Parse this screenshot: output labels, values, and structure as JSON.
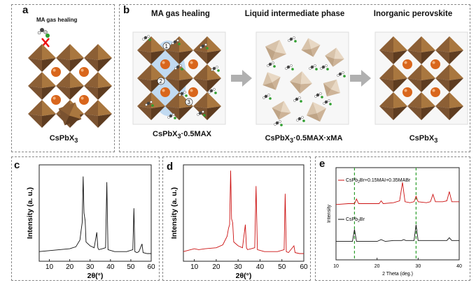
{
  "panel_a": {
    "label": "a",
    "title": "MA gas healing",
    "caption": "CsPbX",
    "caption_sub": "3"
  },
  "panel_b": {
    "label": "b",
    "stage1_title": "MA gas healing",
    "stage2_title": "Liquid intermediate phase",
    "stage3_title": "Inorganic perovskite",
    "stage1_caption": "CsPbX",
    "stage1_caption_sub": "3",
    "stage1_caption_rest": "·0.5MAX",
    "stage2_caption": "CsPbX",
    "stage2_caption_sub": "3",
    "stage2_caption_rest": "·0.5MAX·xMA",
    "stage3_caption": "CsPbX",
    "stage3_caption_sub": "3",
    "steps": [
      "1",
      "2",
      "3"
    ]
  },
  "colors": {
    "octahedron_dark": "#7a5230",
    "octahedron_mid": "#a9773f",
    "octahedron_light": "#c9a67c",
    "cs_atom": "#d9661c",
    "glow": "#a9cdee",
    "arrow": "#b0b0b0",
    "red_line": "#cc1111",
    "green": "#2e9e2e",
    "black_line": "#111111",
    "pale_oct": "#cdb397"
  },
  "panel_c": {
    "label": "c"
  },
  "panel_d": {
    "label": "d"
  },
  "panel_e": {
    "label": "e"
  },
  "chart_data": [
    {
      "type": "line",
      "xlabel": "2θ(°)",
      "ylabel": "Intensity (a. u.)",
      "xlim": [
        5,
        60
      ],
      "xticks": [
        10,
        20,
        30,
        40,
        50,
        60
      ],
      "series": [
        {
          "color": "#111111",
          "x": [
            5,
            10,
            15,
            20,
            23,
            25,
            25.6,
            26.1,
            26.6,
            27,
            27.6,
            28,
            30,
            32,
            33.3,
            33.8,
            34.3,
            36,
            37.6,
            38.2,
            38.8,
            42,
            45,
            48,
            51,
            51.5,
            52,
            53,
            54,
            55.5,
            56,
            58,
            60
          ],
          "y": [
            0.1,
            0.11,
            0.12,
            0.13,
            0.15,
            0.22,
            0.32,
            0.4,
            0.88,
            0.5,
            0.42,
            0.2,
            0.16,
            0.14,
            0.3,
            0.14,
            0.12,
            0.13,
            0.14,
            0.82,
            0.12,
            0.1,
            0.1,
            0.1,
            0.12,
            0.55,
            0.1,
            0.09,
            0.1,
            0.18,
            0.09,
            0.08,
            0.08
          ]
        }
      ]
    },
    {
      "type": "line",
      "xlabel": "2θ(°)",
      "ylabel": "Intensity (a. u.)",
      "xlim": [
        5,
        60
      ],
      "xticks": [
        10,
        20,
        30,
        40,
        50,
        60
      ],
      "series": [
        {
          "color": "#cc1111",
          "x": [
            5,
            10,
            12,
            15,
            20,
            23,
            25,
            25.6,
            26.1,
            26.6,
            27,
            27.5,
            28,
            30,
            32,
            33.3,
            33.8,
            34.3,
            36,
            37.6,
            38.2,
            38.8,
            42,
            45,
            48,
            51,
            51.5,
            52,
            53,
            55.5,
            56,
            58,
            60
          ],
          "y": [
            0.1,
            0.13,
            0.12,
            0.13,
            0.14,
            0.17,
            0.26,
            0.34,
            0.38,
            0.94,
            0.44,
            0.4,
            0.2,
            0.16,
            0.14,
            0.38,
            0.14,
            0.12,
            0.13,
            0.14,
            0.78,
            0.12,
            0.1,
            0.1,
            0.1,
            0.12,
            0.7,
            0.1,
            0.09,
            0.16,
            0.09,
            0.08,
            0.08
          ]
        }
      ]
    },
    {
      "type": "line",
      "xlabel": "2 Theta (deg.)",
      "ylabel": "Intensity",
      "xlim": [
        10,
        40
      ],
      "xticks": [
        10,
        20,
        30,
        40
      ],
      "series": [
        {
          "name": "CsPb",
          "name_sub": "2",
          "name_rest": "Br+0.15MAI+0.35MABr",
          "color": "#cc1111",
          "x": [
            10,
            13,
            14.5,
            15,
            15.5,
            18,
            20.5,
            21,
            21.5,
            24,
            25.5,
            26.2,
            26.8,
            28,
            29,
            29.5,
            30,
            32,
            33,
            33.6,
            34.2,
            36,
            37,
            37.6,
            38.2,
            40
          ],
          "y": [
            0.6,
            0.61,
            0.61,
            0.66,
            0.61,
            0.61,
            0.61,
            0.64,
            0.61,
            0.62,
            0.64,
            0.84,
            0.63,
            0.62,
            0.63,
            0.69,
            0.63,
            0.62,
            0.63,
            0.71,
            0.63,
            0.63,
            0.64,
            0.74,
            0.63,
            0.63
          ]
        },
        {
          "name": "CsPb",
          "name_sub": "2",
          "name_rest": "Br",
          "color": "#111111",
          "x": [
            10,
            14,
            14.5,
            15,
            17,
            20,
            21,
            22,
            24,
            26,
            26.5,
            27,
            29,
            29.5,
            30,
            32,
            34,
            36,
            37,
            37.6,
            38.2,
            40
          ],
          "y": [
            0.2,
            0.2,
            0.33,
            0.2,
            0.2,
            0.2,
            0.22,
            0.2,
            0.21,
            0.21,
            0.22,
            0.21,
            0.21,
            0.38,
            0.21,
            0.21,
            0.21,
            0.21,
            0.21,
            0.24,
            0.21,
            0.21
          ]
        }
      ],
      "guides": [
        14.5,
        29.5
      ]
    }
  ]
}
